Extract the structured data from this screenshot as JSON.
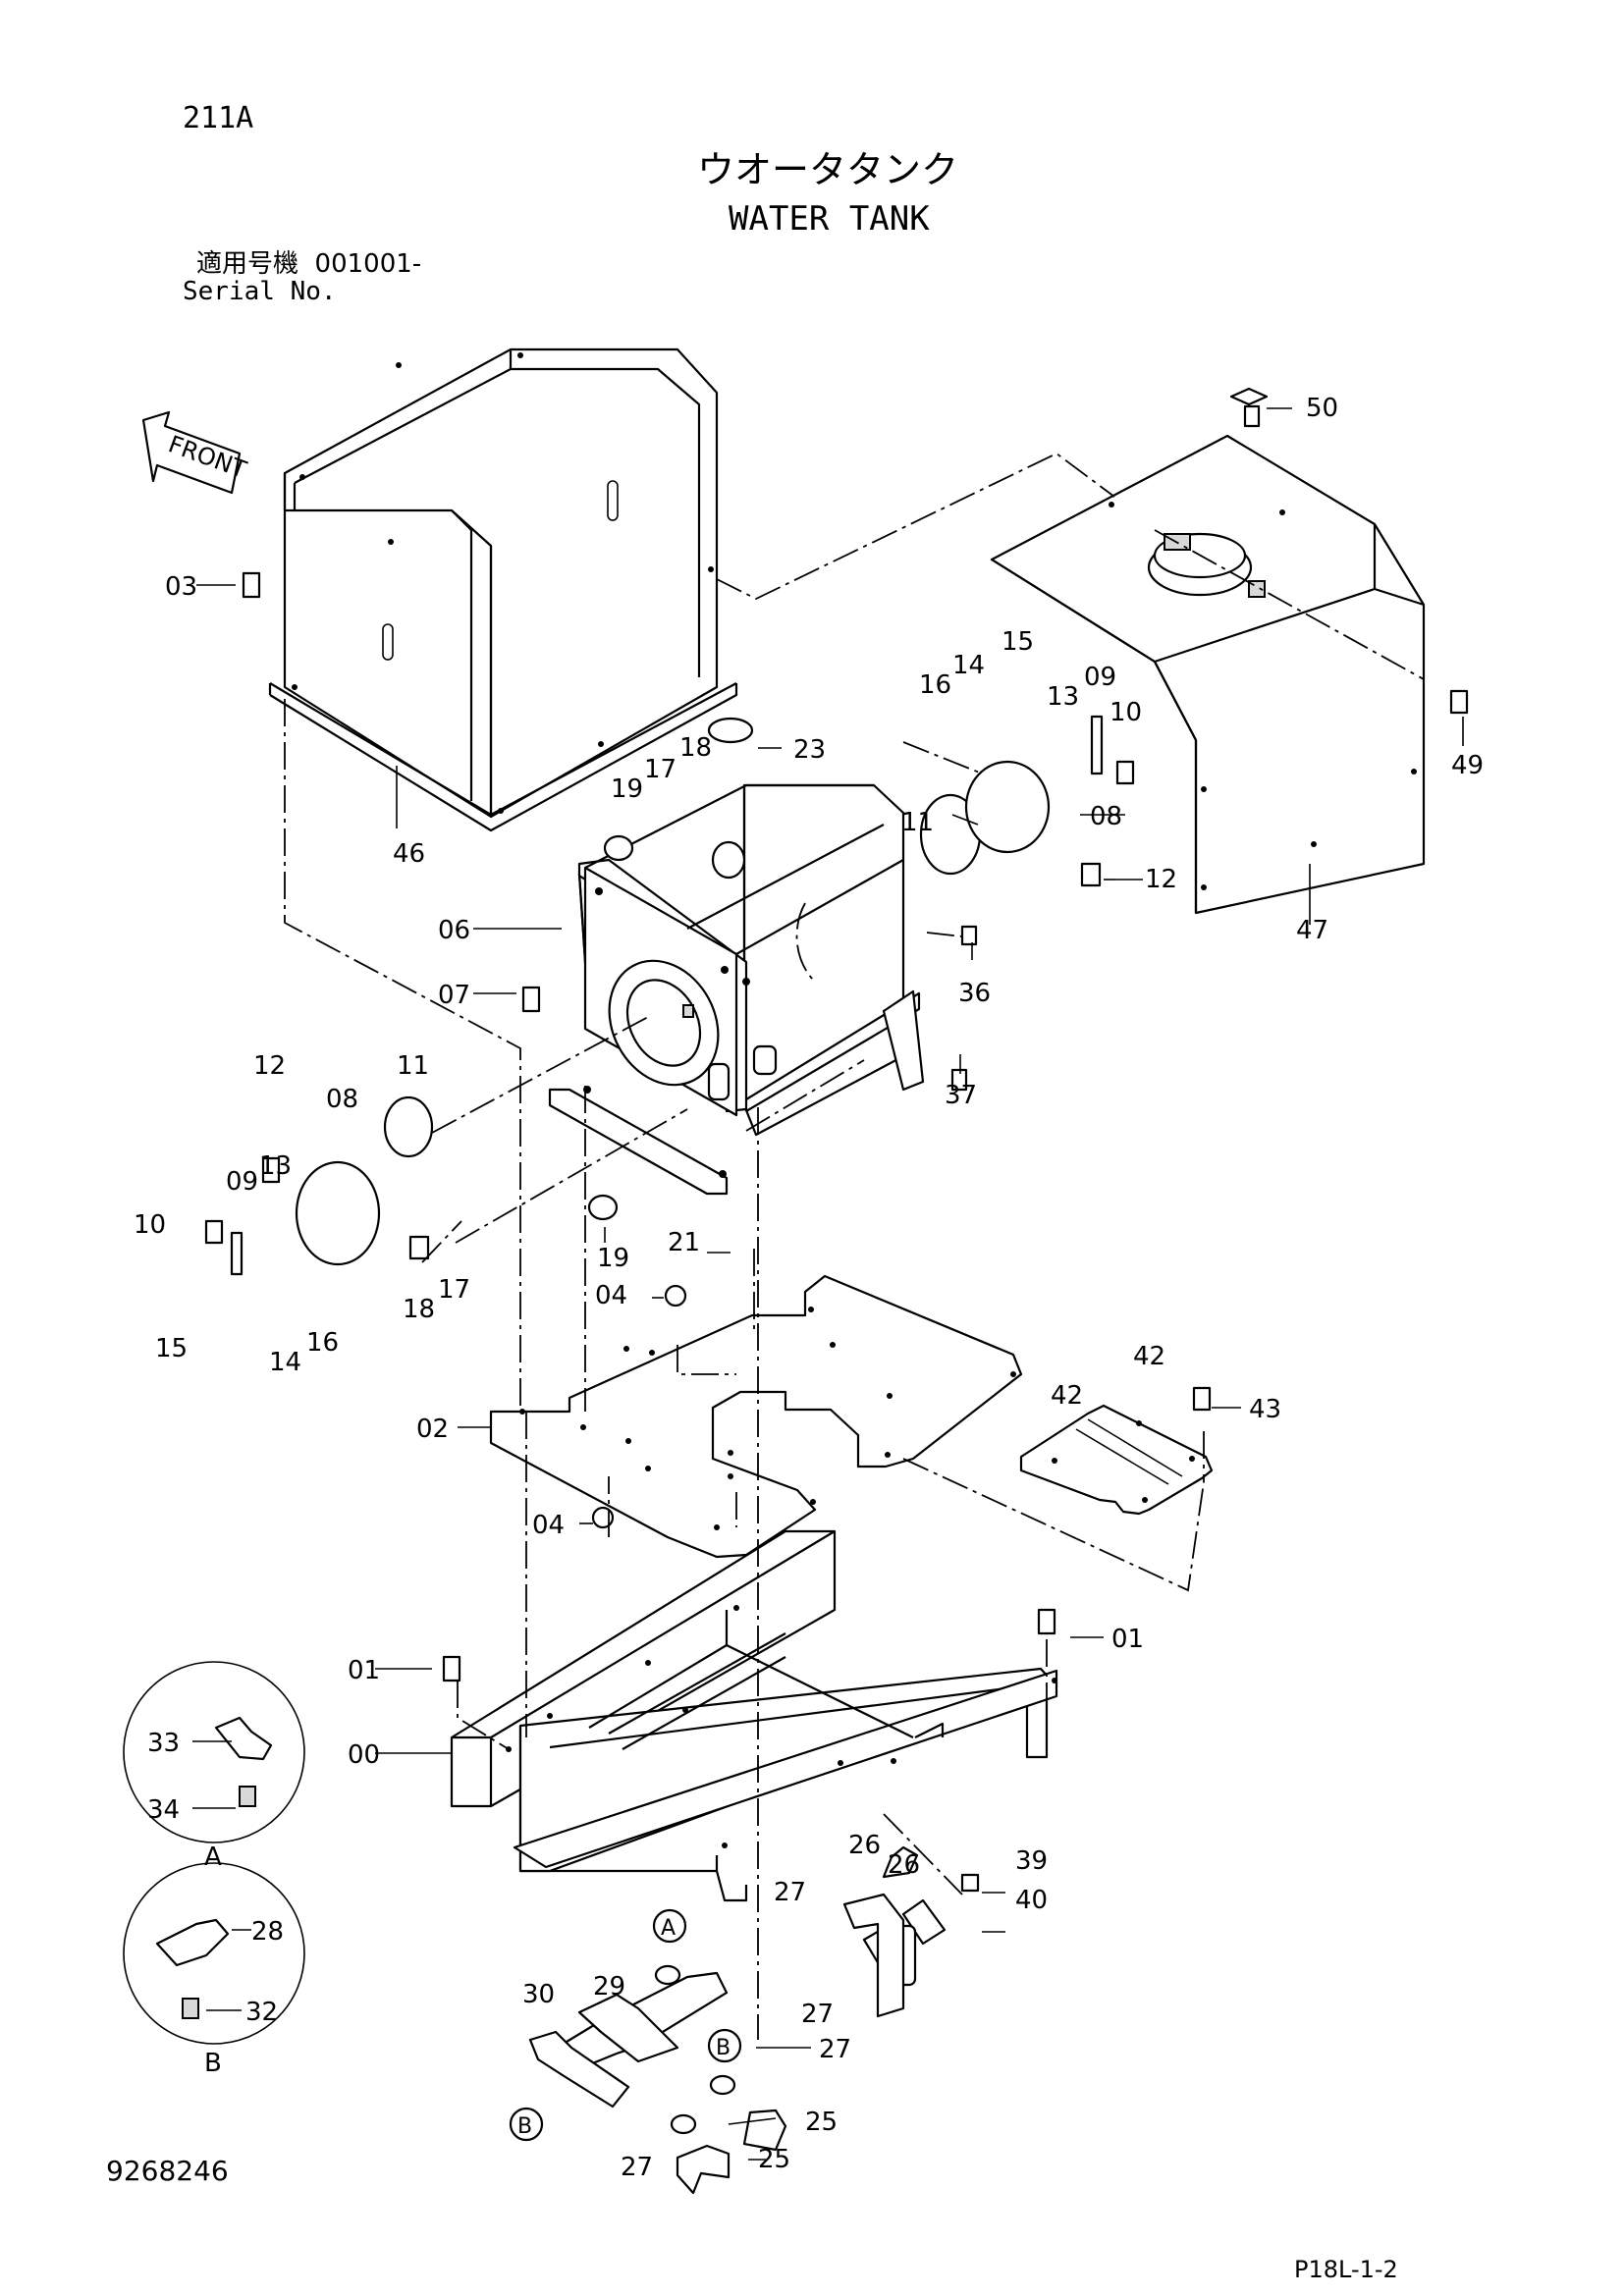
{
  "header": {
    "page_code": "211A",
    "title_jp": "ウオータタンク",
    "title_en": "WATER TANK",
    "serial_label_jp": "適用号機",
    "serial_value": "001001-",
    "serial_label_en": "Serial No."
  },
  "front_arrow": "FRONT",
  "part_labels": {
    "p00": "00",
    "p01a": "01",
    "p01b": "01",
    "p02": "02",
    "p03": "03",
    "p04a": "04",
    "p04b": "04",
    "p06": "06",
    "p07": "07",
    "p08a": "08",
    "p08b": "08",
    "p09a": "09",
    "p09b": "09",
    "p10a": "10",
    "p10b": "10",
    "p11a": "11",
    "p11b": "11",
    "p12a": "12",
    "p12b": "12",
    "p13a": "13",
    "p13b": "13",
    "p14a": "14",
    "p14b": "14",
    "p15a": "15",
    "p15b": "15",
    "p16a": "16",
    "p16b": "16",
    "p17a": "17",
    "p17b": "17",
    "p18a": "18",
    "p18b": "18",
    "p19a": "19",
    "p19b": "19",
    "p21": "21",
    "p23": "23",
    "p25a": "25",
    "p25b": "25",
    "p26a": "26",
    "p26b": "26",
    "p27a": "27",
    "p27b": "27",
    "p27c": "27",
    "p27d": "27",
    "p28": "28",
    "p29": "29",
    "p30": "30",
    "p32": "32",
    "p33": "33",
    "p34": "34",
    "p36": "36",
    "p37": "37",
    "p39": "39",
    "p40": "40",
    "p42a": "42",
    "p42b": "42",
    "p43": "43",
    "p46": "46",
    "p47": "47",
    "p49": "49",
    "p50": "50"
  },
  "detail_markers": {
    "detail_a": "A",
    "detail_b": "B",
    "callout_a": "A",
    "callout_b1": "B",
    "callout_b2": "B"
  },
  "footer": {
    "doc_number": "9268246",
    "page_ref": "P18L-1-2"
  }
}
